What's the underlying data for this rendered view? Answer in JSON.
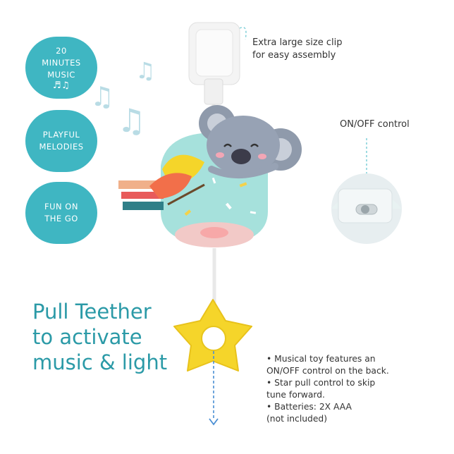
{
  "badges": [
    {
      "line1": "20",
      "line2": "MINUTES",
      "line3": "MUSIC"
    },
    {
      "line1": "PLAYFUL",
      "line2": "MELODIES"
    },
    {
      "line1": "FUN ON",
      "line2": "THE GO"
    }
  ],
  "clip_label": {
    "line1": "Extra large size clip",
    "line2": "for easy assembly"
  },
  "onoff_label": "ON/OFF control",
  "headline": {
    "line1": "Pull Teether",
    "line2": "to activate",
    "line3": "music & light"
  },
  "bullets": [
    {
      "line1": "•  Musical toy features an",
      "line2": "ON/OFF control on the back."
    },
    {
      "line1": "•  Star pull control to skip",
      "line2": "tune forward."
    },
    {
      "line1": "•  Batteries: 2X AAA",
      "line2": "(not included)"
    }
  ],
  "colors": {
    "accent": "#3fb6c2",
    "headline": "#2b9aa7",
    "star": "#f5d52a"
  }
}
